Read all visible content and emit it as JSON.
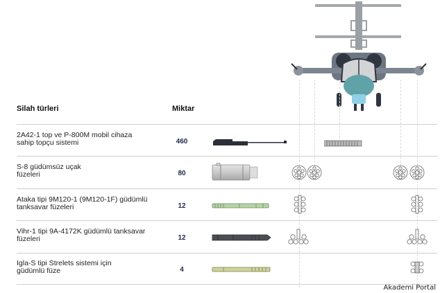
{
  "table": {
    "col_weapon": "Silah türleri",
    "col_qty": "Miktar",
    "rows": [
      {
        "name_line1": "2A42-1 top ve P-800M mobil cihaza",
        "name_line2": "sahip topçu sistemi",
        "qty": "460",
        "icon": "cannon-icon"
      },
      {
        "name_line1": "S-8 güdümsüz uçak",
        "name_line2": "füzeleri",
        "qty": "80",
        "icon": "rocket-pod-icon"
      },
      {
        "name_line1": "Ataka tipi 9M120-1 (9M120-1F) güdümlü",
        "name_line2": "tanksavar füzeleri",
        "qty": "12",
        "icon": "ataka-missile-icon"
      },
      {
        "name_line1": "Vihr-1 tipi 9A-4172K güdümlü tanksavar",
        "name_line2": "füzeleri",
        "qty": "12",
        "icon": "vihr-missile-icon"
      },
      {
        "name_line1": "Igla-S tipi Strelets sistemi için",
        "name_line2": "güdümlü füze",
        "qty": "4",
        "icon": "igla-missile-icon"
      }
    ]
  },
  "colors": {
    "helicopter_body": "#7d8591",
    "cockpit_glass": "#5fa3a8",
    "sensor": "#8fd0e6",
    "ataka": "#b7d3a5",
    "vihr": "#4a4d52",
    "igla": "#cfd39a",
    "line": "#cfcfcf"
  },
  "footer": {
    "credit": "Akademi Portal"
  }
}
